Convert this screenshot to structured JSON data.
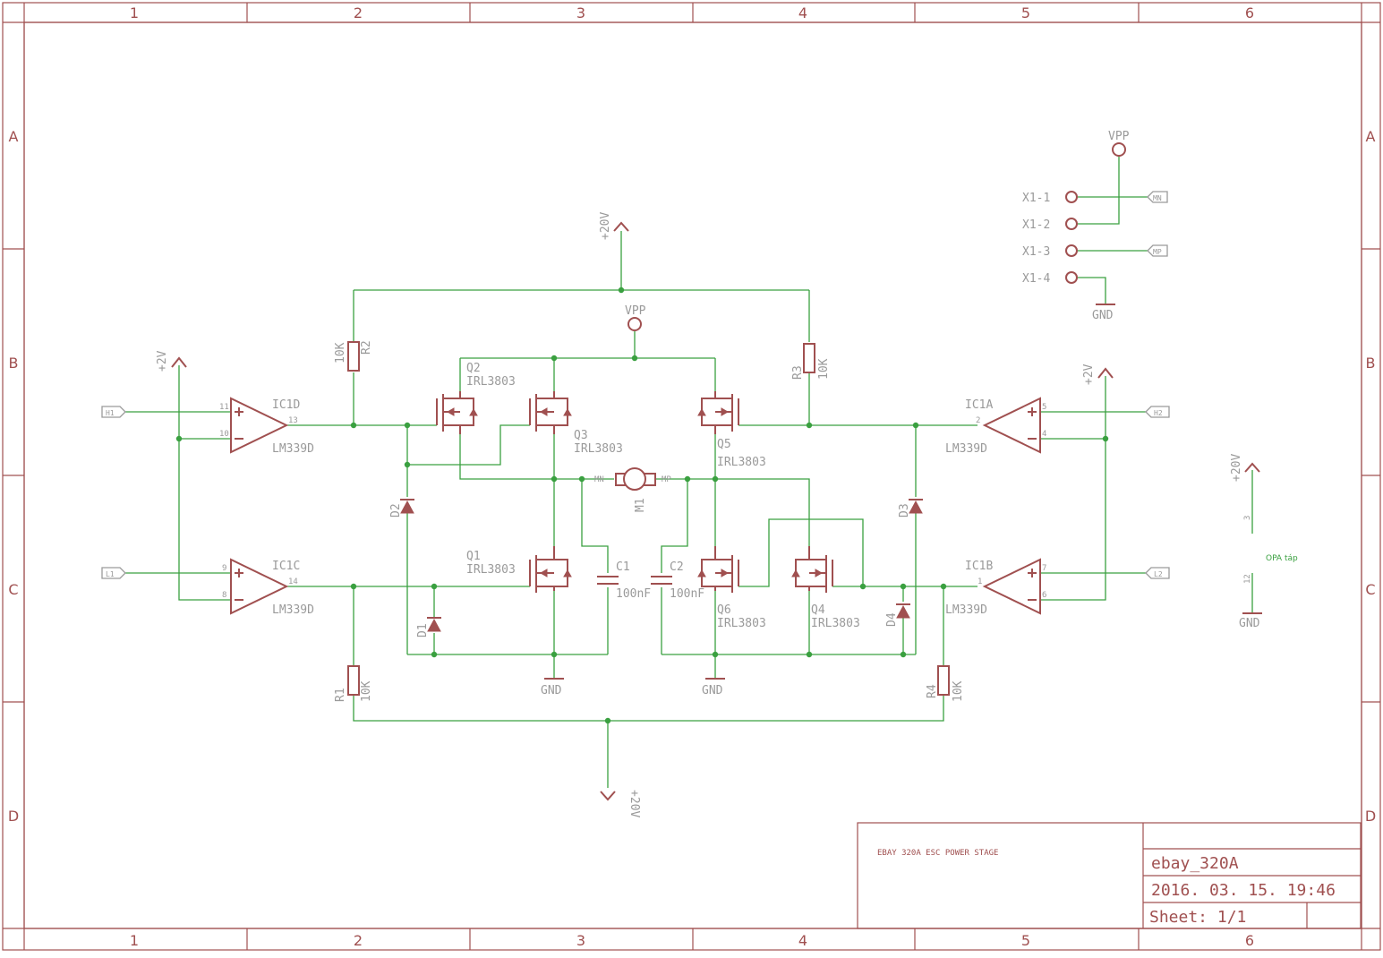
{
  "grid": {
    "columns": [
      "1",
      "2",
      "3",
      "4",
      "5",
      "6"
    ],
    "rows": [
      "A",
      "B",
      "C",
      "D"
    ]
  },
  "title_block": {
    "description": "EBAY 320A ESC POWER STAGE",
    "name": "ebay_320A",
    "date": "2016. 03. 15. 19:46",
    "sheet": "Sheet: 1/1"
  },
  "note": "OPA táp",
  "colors": {
    "frame": "#a05050",
    "wire": "#3aa040",
    "text": "#9a9a9a"
  },
  "power": {
    "vpp": "VPP",
    "v20": "+20V",
    "v2": "+2V",
    "gnd": "GND"
  },
  "connectors": {
    "x1_1": "X1-1",
    "x1_2": "X1-2",
    "x1_3": "X1-3",
    "x1_4": "X1-4"
  },
  "ports": {
    "h1": "H1",
    "l1": "L1",
    "h2": "H2",
    "l2": "L2",
    "mn": "MN",
    "mp": "MP"
  },
  "comparators": {
    "ic1d": {
      "name": "IC1D",
      "value": "LM339D",
      "pin_plus": "11",
      "pin_minus": "10",
      "pin_out": "13"
    },
    "ic1c": {
      "name": "IC1C",
      "value": "LM339D",
      "pin_plus": "9",
      "pin_minus": "8",
      "pin_out": "14"
    },
    "ic1a": {
      "name": "IC1A",
      "value": "LM339D",
      "pin_plus": "5",
      "pin_minus": "4",
      "pin_out": "2"
    },
    "ic1b": {
      "name": "IC1B",
      "value": "LM339D",
      "pin_plus": "7",
      "pin_minus": "6",
      "pin_out": "1"
    }
  },
  "mosfets": {
    "q1": {
      "name": "Q1",
      "value": "IRL3803"
    },
    "q2": {
      "name": "Q2",
      "value": "IRL3803"
    },
    "q3": {
      "name": "Q3",
      "value": "IRL3803"
    },
    "q4": {
      "name": "Q4",
      "value": "IRL3803"
    },
    "q5": {
      "name": "Q5",
      "value": "IRL3803"
    },
    "q6": {
      "name": "Q6",
      "value": "IRL3803"
    }
  },
  "resistors": {
    "r1": {
      "name": "R1",
      "value": "10K"
    },
    "r2": {
      "name": "R2",
      "value": "10K"
    },
    "r3": {
      "name": "R3",
      "value": "10K"
    },
    "r4": {
      "name": "R4",
      "value": "10K"
    }
  },
  "capacitors": {
    "c1": {
      "name": "C1",
      "value": "100nF"
    },
    "c2": {
      "name": "C2",
      "value": "100nF"
    }
  },
  "diodes": {
    "d1": "D1",
    "d2": "D2",
    "d3": "D3",
    "d4": "D4"
  },
  "motor": {
    "name": "M1",
    "pin_n": "MN",
    "pin_p": "MP"
  },
  "supply_pins": {
    "vcc": "3",
    "gnd": "12"
  }
}
